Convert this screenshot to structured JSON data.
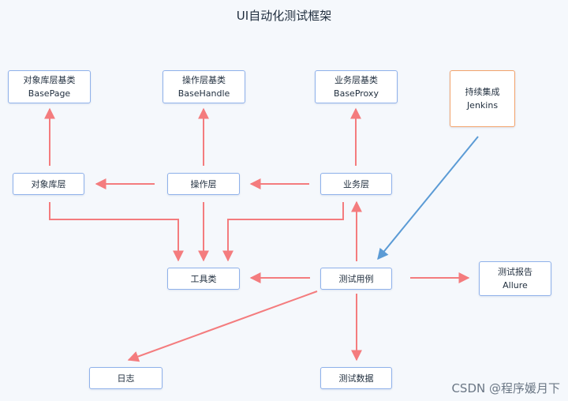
{
  "diagram": {
    "title": "UI自动化测试框架",
    "nodes": {
      "object_base": {
        "line1": "对象库层基类",
        "line2": "BasePage"
      },
      "action_base": {
        "line1": "操作层基类",
        "line2": "BaseHandle"
      },
      "business_base": {
        "line1": "业务层基类",
        "line2": "BaseProxy"
      },
      "ci": {
        "line1": "持续集成",
        "line2": "Jenkins"
      },
      "object_layer": {
        "line1": "对象库层"
      },
      "action_layer": {
        "line1": "操作层"
      },
      "business_layer": {
        "line1": "业务层"
      },
      "tools": {
        "line1": "工具类"
      },
      "test_cases": {
        "line1": "测试用例"
      },
      "test_report": {
        "line1": "测试报告",
        "line2": "Allure"
      },
      "log": {
        "line1": "日志"
      },
      "test_data": {
        "line1": "测试数据"
      }
    },
    "edges": [
      {
        "from": "对象库层",
        "to": "对象库层基类"
      },
      {
        "from": "操作层",
        "to": "操作层基类"
      },
      {
        "from": "业务层",
        "to": "业务层基类"
      },
      {
        "from": "操作层",
        "to": "对象库层"
      },
      {
        "from": "业务层",
        "to": "操作层"
      },
      {
        "from": "对象库层",
        "to": "工具类"
      },
      {
        "from": "操作层",
        "to": "工具类"
      },
      {
        "from": "业务层",
        "to": "工具类"
      },
      {
        "from": "测试用例",
        "to": "业务层"
      },
      {
        "from": "测试用例",
        "to": "工具类"
      },
      {
        "from": "测试用例",
        "to": "测试报告"
      },
      {
        "from": "测试用例",
        "to": "日志"
      },
      {
        "from": "测试用例",
        "to": "测试数据"
      },
      {
        "from": "持续集成",
        "to": "测试用例"
      }
    ],
    "colors": {
      "edge": "#f47c7e",
      "ci_edge": "#5b9bd5",
      "node_border": "#8fb1ea",
      "ci_border": "#f2a26b"
    }
  },
  "watermark": "CSDN @程序媛月下"
}
